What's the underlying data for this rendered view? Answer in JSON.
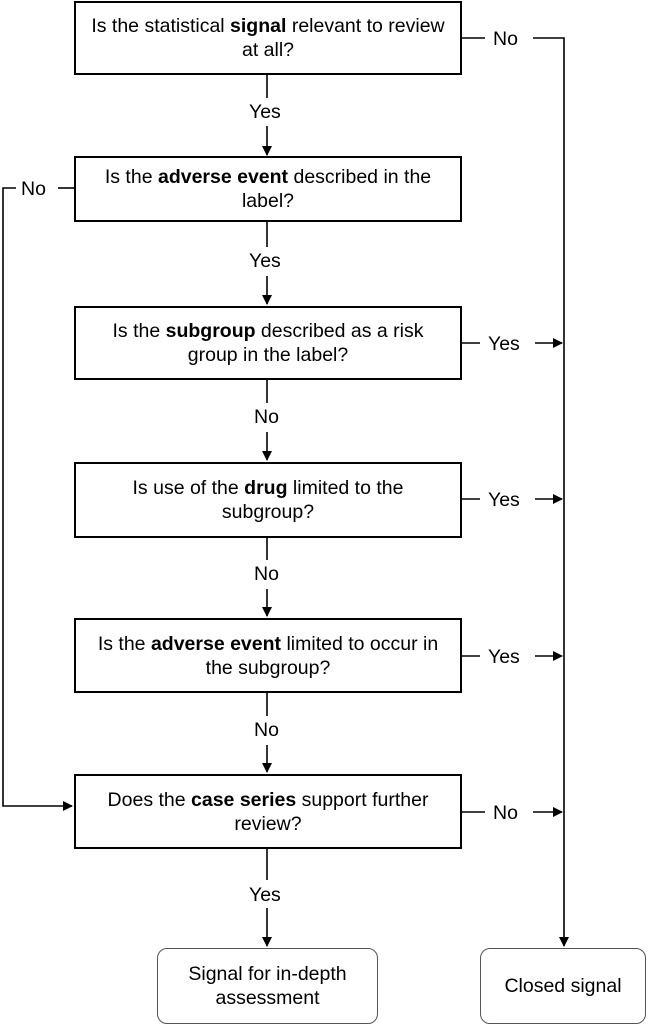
{
  "nodes": {
    "q1": {
      "pre": "Is the statistical ",
      "bold": "signal",
      "post": " relevant to review at all?"
    },
    "q2": {
      "pre": "Is the ",
      "bold": "adverse event",
      "post": " described in the label?"
    },
    "q3": {
      "pre": "Is the ",
      "bold": "subgroup",
      "post": " described as a risk group in the label?"
    },
    "q4": {
      "pre": "Is use of the ",
      "bold": "drug",
      "post": " limited to the subgroup?"
    },
    "q5": {
      "pre": "Is the ",
      "bold": "adverse event",
      "post": " limited to occur in the subgroup?"
    },
    "q6": {
      "pre": "Does the ",
      "bold": "case series",
      "post": " support further review?"
    },
    "t1": {
      "text": "Signal for in-depth assessment"
    },
    "t2": {
      "text": "Closed signal"
    }
  },
  "edge_labels": {
    "q1_no": "No",
    "q1_yes": "Yes",
    "q2_no": "No",
    "q2_yes": "Yes",
    "q3_yes": "Yes",
    "q3_no": "No",
    "q4_yes": "Yes",
    "q4_no": "No",
    "q5_yes": "Yes",
    "q5_no": "No",
    "q6_no": "No",
    "q6_yes": "Yes"
  }
}
